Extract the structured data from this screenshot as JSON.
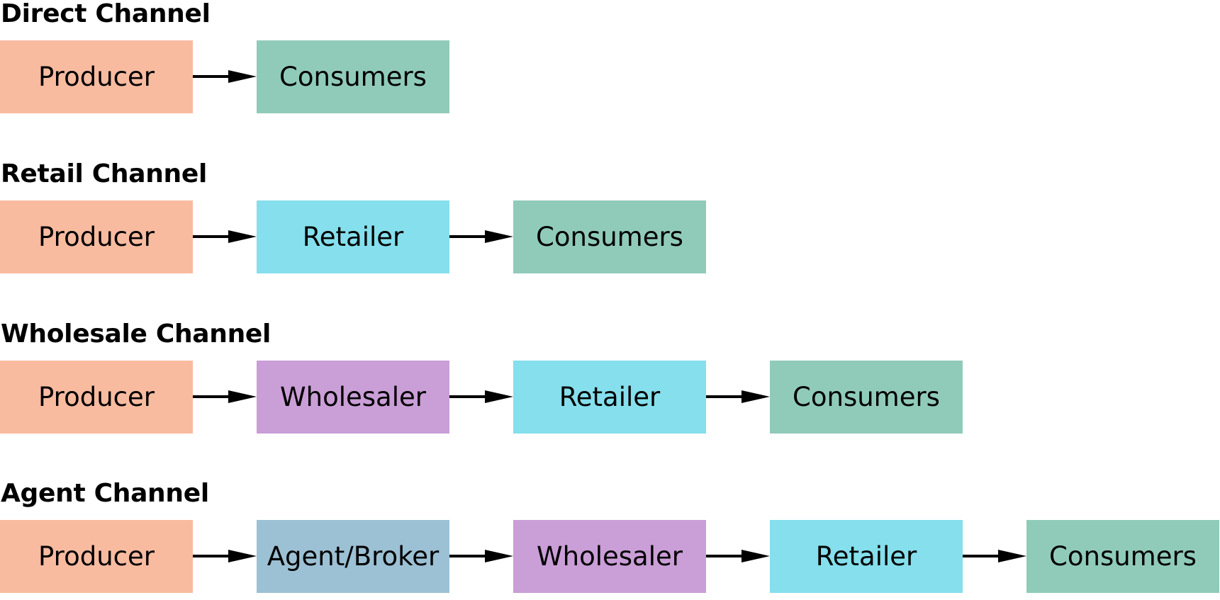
{
  "colors": {
    "producer": "#f9bba0",
    "consumers": "#90cbb9",
    "retailer": "#85dfec",
    "wholesaler": "#ca9ed6",
    "agent_broker": "#9cc0d4"
  },
  "channels": [
    {
      "title": "Direct Channel",
      "steps": [
        {
          "label": "Producer",
          "role": "producer"
        },
        {
          "label": "Consumers",
          "role": "consumers"
        }
      ]
    },
    {
      "title": "Retail Channel",
      "steps": [
        {
          "label": "Producer",
          "role": "producer"
        },
        {
          "label": "Retailer",
          "role": "retailer"
        },
        {
          "label": "Consumers",
          "role": "consumers"
        }
      ]
    },
    {
      "title": "Wholesale Channel",
      "steps": [
        {
          "label": "Producer",
          "role": "producer"
        },
        {
          "label": "Wholesaler",
          "role": "wholesaler"
        },
        {
          "label": "Retailer",
          "role": "retailer"
        },
        {
          "label": "Consumers",
          "role": "consumers"
        }
      ]
    },
    {
      "title": "Agent Channel",
      "steps": [
        {
          "label": "Producer",
          "role": "producer"
        },
        {
          "label": "Agent/Broker",
          "role": "agent_broker"
        },
        {
          "label": "Wholesaler",
          "role": "wholesaler"
        },
        {
          "label": "Retailer",
          "role": "retailer"
        },
        {
          "label": "Consumers",
          "role": "consumers"
        }
      ]
    }
  ]
}
